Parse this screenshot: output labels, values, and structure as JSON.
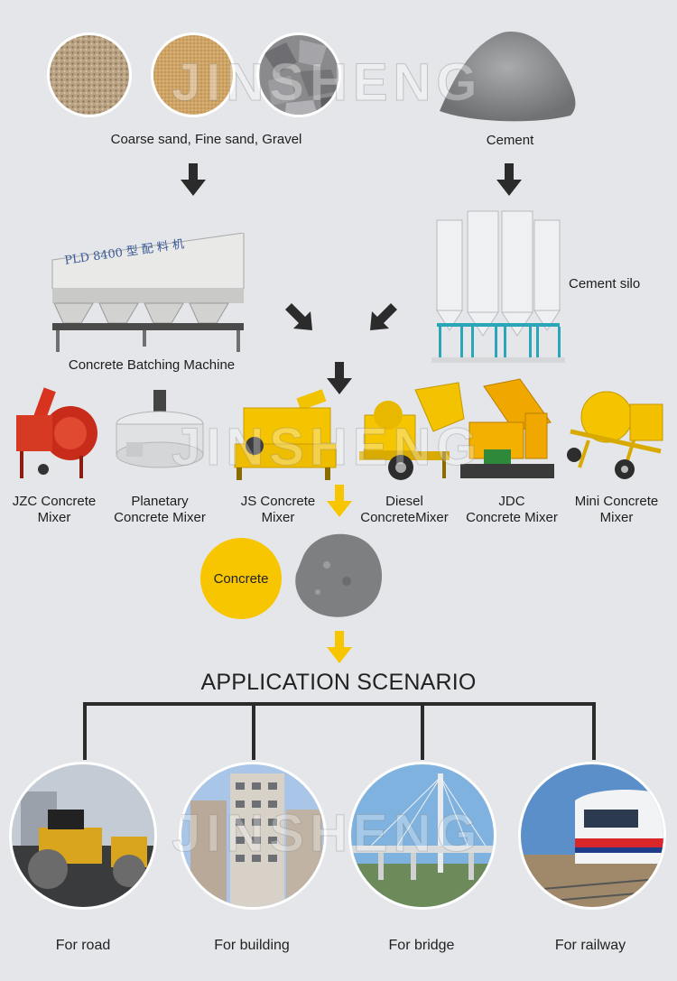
{
  "materials": {
    "aggregates_label": "Coarse sand, Fine sand, Gravel",
    "cement_label": "Cement",
    "silo_label": "Cement silo",
    "batching_label": "Concrete Batching Machine",
    "batching_sign": "PLD 8400 型 配 料 机"
  },
  "mixers": [
    {
      "line1": "JZC Concrete",
      "line2": "Mixer"
    },
    {
      "line1": "Planetary",
      "line2": "Concrete Mixer"
    },
    {
      "line1": "JS Concrete",
      "line2": "Mixer"
    },
    {
      "line1": "Diesel",
      "line2": "ConcreteMixer"
    },
    {
      "line1": "JDC",
      "line2": "Concrete Mixer"
    },
    {
      "line1": "Mini Concrete",
      "line2": "Mixer"
    }
  ],
  "product": {
    "label": "Concrete"
  },
  "application": {
    "title": "APPLICATION SCENARIO",
    "scenes": [
      {
        "label": "For road"
      },
      {
        "label": "For building"
      },
      {
        "label": "For bridge"
      },
      {
        "label": "For railway"
      }
    ]
  },
  "watermark": "JINSHENG",
  "colors": {
    "background": "#e4e6e9",
    "accent_yellow": "#f7c600",
    "arrow_dark": "#2b2b2b"
  }
}
